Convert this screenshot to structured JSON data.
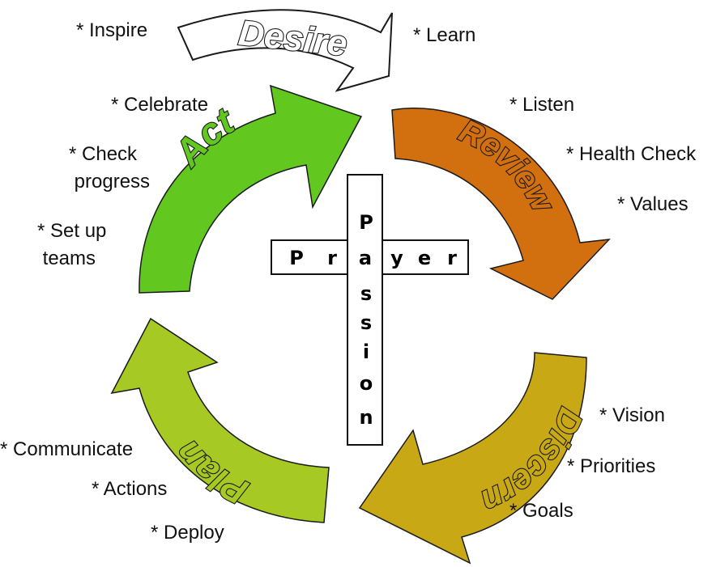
{
  "colors": {
    "desire": "#ffffff",
    "review": "#d2700f",
    "discern": "#c8a814",
    "plan": "#a6c924",
    "act": "#62c820"
  },
  "arrows": {
    "desire": "Desire",
    "review": "Review",
    "discern": "Discern",
    "plan": "Plan",
    "act": "Act"
  },
  "cross": {
    "horizontal": [
      "P",
      "r",
      "a",
      "y",
      "e",
      "r"
    ],
    "vertical": [
      "P",
      "a",
      "s",
      "s",
      "i",
      "o",
      "n"
    ]
  },
  "notes": {
    "inspire": "* Inspire",
    "learn": "* Learn",
    "celebrate": "* Celebrate",
    "check_progress": "* Check\n progress",
    "set_up_teams": "* Set up\n teams",
    "listen": "* Listen",
    "health_check": "* Health Check",
    "values": "* Values",
    "vision": "* Vision",
    "priorities": "* Priorities",
    "goals": "* Goals",
    "communicate": "* Communicate",
    "actions": "* Actions",
    "deploy": "* Deploy"
  }
}
